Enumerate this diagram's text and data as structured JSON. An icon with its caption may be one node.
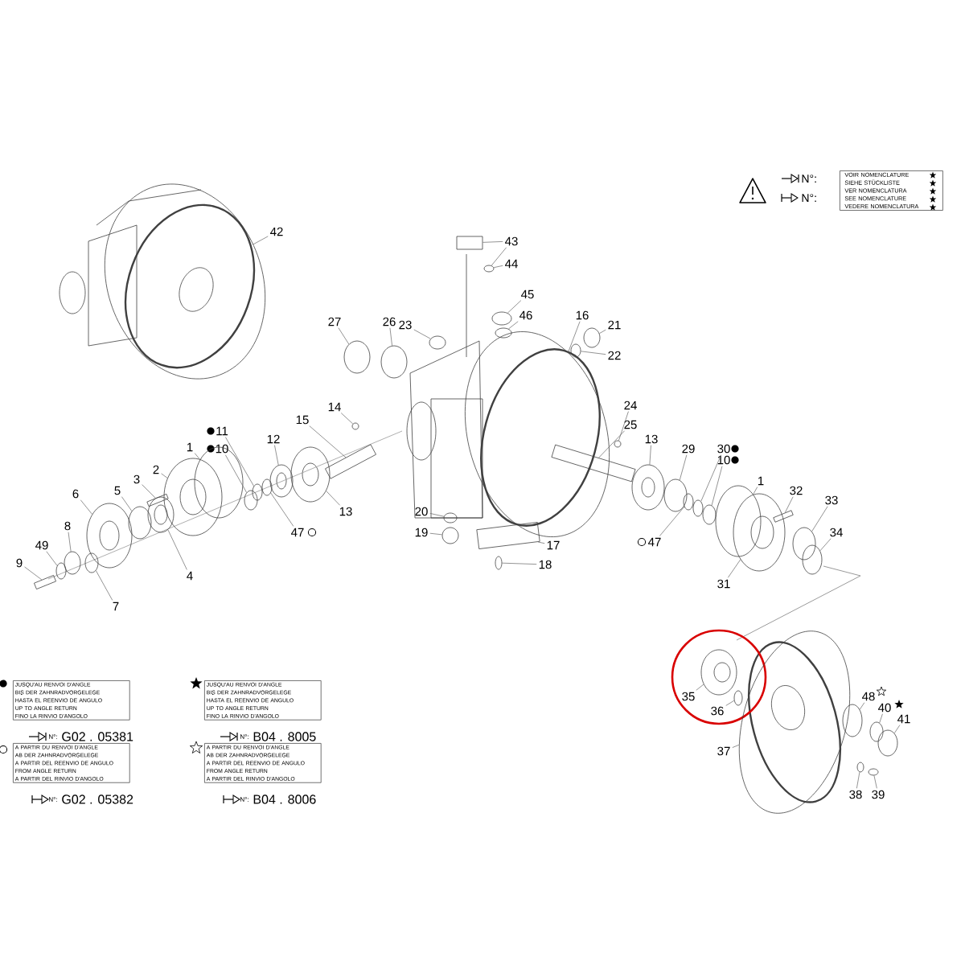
{
  "diagram": {
    "nodes": [
      {
        "text": [
          "VOIR NOMENCLATURE",
          "SIEHE STÜCKLISTE",
          "VER NOMENCLATURA",
          "SEE NOMENCLATURE",
          "VEDERE NOMENCLATURA"
        ]
      },
      {
        "text": [
          "43"
        ]
      },
      {
        "text": [
          "44"
        ]
      },
      {
        "text": [
          "42"
        ]
      },
      {
        "text": [
          "45"
        ]
      },
      {
        "text": [
          "46"
        ]
      },
      {
        "text": [
          "16"
        ]
      },
      {
        "text": [
          "27"
        ]
      },
      {
        "text": [
          "26"
        ]
      },
      {
        "text": [
          "23"
        ]
      },
      {
        "text": [
          "21"
        ]
      },
      {
        "text": [
          "22"
        ]
      },
      {
        "text": [
          "14"
        ]
      },
      {
        "text": [
          "24"
        ]
      },
      {
        "text": [
          "15"
        ]
      },
      {
        "text": [
          "25"
        ]
      },
      {
        "text": [
          "11"
        ]
      },
      {
        "text": [
          "10"
        ]
      },
      {
        "text": [
          "12"
        ]
      },
      {
        "text": [
          "13"
        ]
      },
      {
        "text": [
          "29"
        ]
      },
      {
        "text": [
          "30"
        ]
      },
      {
        "text": [
          "10"
        ]
      },
      {
        "text": [
          "1"
        ]
      },
      {
        "text": [
          "2"
        ]
      },
      {
        "text": [
          "3"
        ]
      },
      {
        "text": [
          "1"
        ]
      },
      {
        "text": [
          "5"
        ]
      },
      {
        "text": [
          "32"
        ]
      },
      {
        "text": [
          "33"
        ]
      },
      {
        "text": [
          "6"
        ]
      },
      {
        "text": [
          "13"
        ]
      },
      {
        "text": [
          "20"
        ]
      },
      {
        "text": [
          "8"
        ]
      },
      {
        "text": [
          "47"
        ]
      },
      {
        "text": [
          "19"
        ]
      },
      {
        "text": [
          "34"
        ]
      },
      {
        "text": [
          "17"
        ]
      },
      {
        "text": [
          "47"
        ]
      },
      {
        "text": [
          "49"
        ]
      },
      {
        "text": [
          "9"
        ]
      },
      {
        "text": [
          "18"
        ]
      },
      {
        "text": [
          "4"
        ]
      },
      {
        "text": [
          "31"
        ]
      },
      {
        "text": [
          "7"
        ]
      },
      {
        "text": [
          "35"
        ]
      },
      {
        "text": [
          "48"
        ]
      },
      {
        "text": [
          "40"
        ]
      },
      {
        "text": [
          "36"
        ]
      },
      {
        "text": [
          "41"
        ]
      },
      {
        "text": [
          "37"
        ]
      },
      {
        "text": [
          "38"
        ]
      },
      {
        "text": [
          "39"
        ]
      },
      {
        "text": [
          "JUSQU'AU RENVOI D'ANGLE",
          "BIS DER ZAHNRADVORGELEGE",
          "HASTA EL REENVIO DE ANGULO",
          "UP TO ANGLE RETURN",
          "FINO LA RINVIO D'ANGOLO"
        ],
        "beside": [
          "N°:",
          "G02 . 05381"
        ]
      },
      {
        "text": [
          "JUSQU'AU RENVOI D'ANGLE",
          "BIS DER ZAHNRADVORGELEGE",
          "HASTA EL REENVIO DE ANGULO",
          "UP TO ANGLE RETURN",
          "FINO LA RINVIO D'ANGOLO"
        ],
        "beside": [
          "N°:",
          "B04 . 8005"
        ]
      },
      {
        "text": [
          "A PARTIR DU RENVOI D'ANGLE",
          "AB DER ZAHNRADVORGELEGE",
          "A PARTIR DEL REENVIO DE ANGULO",
          "FROM ANGLE RETURN",
          "A PARTIR DEL RINVIO D'ANGOLO"
        ],
        "beside": [
          "N°:",
          "G02 . 05382"
        ]
      },
      {
        "text": [
          "A PARTIR DU RENVOI D'ANGLE",
          "AB DER ZAHNRADVORGELEGE",
          "A PARTIR DEL REENVIO DE ANGULO",
          "FROM ANGLE RETURN",
          "A PARTIR DEL RINVIO D'ANGOLO"
        ],
        "beside": [
          "N°:",
          "B04 . 8006"
        ]
      },
      {
        "text": [],
        "shape": "box"
      },
      {
        "text": [],
        "shape": "circle"
      },
      {
        "text": [],
        "shape": "circle"
      },
      {
        "text": [],
        "shape": "circle"
      },
      {
        "text": [],
        "shape": "circle"
      },
      {
        "text": [],
        "shape": "circle"
      },
      {
        "text": [],
        "shape": "circle"
      },
      {
        "text": [],
        "shape": "circle"
      },
      {
        "text": [],
        "shape": "circle"
      },
      {
        "text": [],
        "shape": "circle"
      },
      {
        "text": [],
        "shape": "circle"
      },
      {
        "text": [],
        "shape": "circle"
      },
      {
        "text": [],
        "shape": "circle"
      },
      {
        "text": [],
        "shape": "box"
      },
      {
        "text": [],
        "shape": "box"
      },
      {
        "text": [],
        "shape": "circle"
      },
      {
        "text": [],
        "shape": "circle"
      },
      {
        "text": [],
        "shape": "circle"
      },
      {
        "text": [],
        "shape": "circle"
      },
      {
        "text": [],
        "shape": "circle"
      },
      {
        "text": [],
        "shape": "circle"
      },
      {
        "text": [],
        "shape": "circle"
      },
      {
        "text": [],
        "shape": "circle"
      },
      {
        "text": [],
        "shape": "circle"
      },
      {
        "text": [],
        "shape": "box"
      },
      {
        "text": [],
        "shape": "circle"
      },
      {
        "text": [],
        "shape": "circle"
      },
      {
        "text": [],
        "shape": "box"
      },
      {
        "text": [],
        "shape": "circle"
      },
      {
        "text": [],
        "shape": "circle"
      },
      {
        "text": [],
        "shape": "circle"
      },
      {
        "text": [],
        "shape": "circle"
      },
      {
        "text": [],
        "shape": "circle"
      },
      {
        "text": [],
        "shape": "circle"
      },
      {
        "text": [],
        "shape": "circle"
      },
      {
        "text": [],
        "shape": "circle"
      },
      {
        "text": [],
        "shape": "box"
      },
      {
        "text": [],
        "shape": "circle"
      },
      {
        "text": [],
        "shape": "circle"
      },
      {
        "text": [],
        "shape": "box"
      },
      {
        "text": [],
        "shape": "circle"
      },
      {
        "text": [],
        "shape": "circle"
      },
      {
        "text": [],
        "shape": "circle"
      },
      {
        "text": [],
        "shape": "circle"
      },
      {
        "text": [],
        "shape": "circle"
      },
      {
        "text": [],
        "shape": "circle"
      },
      {
        "text": [],
        "shape": "circle"
      },
      {
        "text": [],
        "shape": "circle"
      },
      {
        "text": [],
        "shape": "circle"
      },
      {
        "text": [],
        "shape": "circle"
      },
      {
        "text": [],
        "shape": "circle"
      },
      {
        "text": [],
        "shape": "circle"
      }
    ],
    "edges": [
      {
        "from": 1,
        "to": 57,
        "arrow": "none"
      },
      {
        "from": 1,
        "to": 58,
        "arrow": "none"
      },
      {
        "from": 2,
        "to": 58,
        "arrow": "none"
      },
      {
        "from": 3,
        "to": 59,
        "arrow": "none"
      },
      {
        "from": 4,
        "to": 60,
        "arrow": "none"
      },
      {
        "from": 5,
        "to": 61,
        "arrow": "none"
      },
      {
        "from": 6,
        "to": 62,
        "arrow": "none"
      },
      {
        "from": 7,
        "to": 63,
        "arrow": "none"
      },
      {
        "from": 8,
        "to": 64,
        "arrow": "none"
      },
      {
        "from": 9,
        "to": 65,
        "arrow": "none"
      },
      {
        "from": 10,
        "to": 66,
        "arrow": "none"
      },
      {
        "from": 11,
        "to": 67,
        "arrow": "none"
      },
      {
        "from": 12,
        "to": 68,
        "arrow": "none"
      },
      {
        "from": 13,
        "to": 69,
        "arrow": "none"
      },
      {
        "from": 14,
        "to": 70,
        "arrow": "none"
      },
      {
        "from": 15,
        "to": 71,
        "arrow": "none"
      },
      {
        "from": 16,
        "to": 72,
        "arrow": "none"
      },
      {
        "from": 17,
        "to": 73,
        "arrow": "none"
      },
      {
        "from": 18,
        "to": 74,
        "arrow": "none"
      },
      {
        "from": 19,
        "to": 75,
        "arrow": "none"
      },
      {
        "from": 20,
        "to": 76,
        "arrow": "none"
      },
      {
        "from": 21,
        "to": 77,
        "arrow": "none"
      },
      {
        "from": 22,
        "to": 78,
        "arrow": "none"
      },
      {
        "from": 23,
        "to": 79,
        "arrow": "none"
      },
      {
        "from": 24,
        "to": 80,
        "arrow": "none"
      },
      {
        "from": 25,
        "to": 81,
        "arrow": "none"
      },
      {
        "from": 26,
        "to": 82,
        "arrow": "none"
      },
      {
        "from": 27,
        "to": 83,
        "arrow": "none"
      },
      {
        "from": 28,
        "to": 84,
        "arrow": "none"
      },
      {
        "from": 29,
        "to": 85,
        "arrow": "none"
      },
      {
        "from": 30,
        "to": 86,
        "arrow": "none"
      },
      {
        "from": 31,
        "to": 87,
        "arrow": "none"
      },
      {
        "from": 32,
        "to": 88,
        "arrow": "none"
      },
      {
        "from": 33,
        "to": 89,
        "arrow": "none"
      },
      {
        "from": 34,
        "to": 90,
        "arrow": "none"
      },
      {
        "from": 35,
        "to": 91,
        "arrow": "none"
      },
      {
        "from": 36,
        "to": 92,
        "arrow": "none"
      },
      {
        "from": 37,
        "to": 93,
        "arrow": "none"
      },
      {
        "from": 38,
        "to": 94,
        "arrow": "none"
      },
      {
        "from": 39,
        "to": 95,
        "arrow": "none"
      },
      {
        "from": 40,
        "to": 96,
        "arrow": "none"
      },
      {
        "from": 41,
        "to": 97,
        "arrow": "none"
      },
      {
        "from": 42,
        "to": 98,
        "arrow": "none"
      },
      {
        "from": 43,
        "to": 99,
        "arrow": "none"
      },
      {
        "from": 44,
        "to": 100,
        "arrow": "none"
      },
      {
        "from": 45,
        "to": 101,
        "arrow": "none"
      },
      {
        "from": 46,
        "to": 102,
        "arrow": "none"
      },
      {
        "from": 47,
        "to": 103,
        "arrow": "none"
      },
      {
        "from": 48,
        "to": 104,
        "arrow": "none"
      },
      {
        "from": 49,
        "to": 105,
        "arrow": "none"
      },
      {
        "from": 50,
        "to": 106,
        "arrow": "none"
      },
      {
        "from": 51,
        "to": 107,
        "arrow": "none"
      },
      {
        "from": 52,
        "to": 108,
        "arrow": "none"
      }
    ],
    "labels": [
      "N°:",
      "N°:"
    ]
  }
}
